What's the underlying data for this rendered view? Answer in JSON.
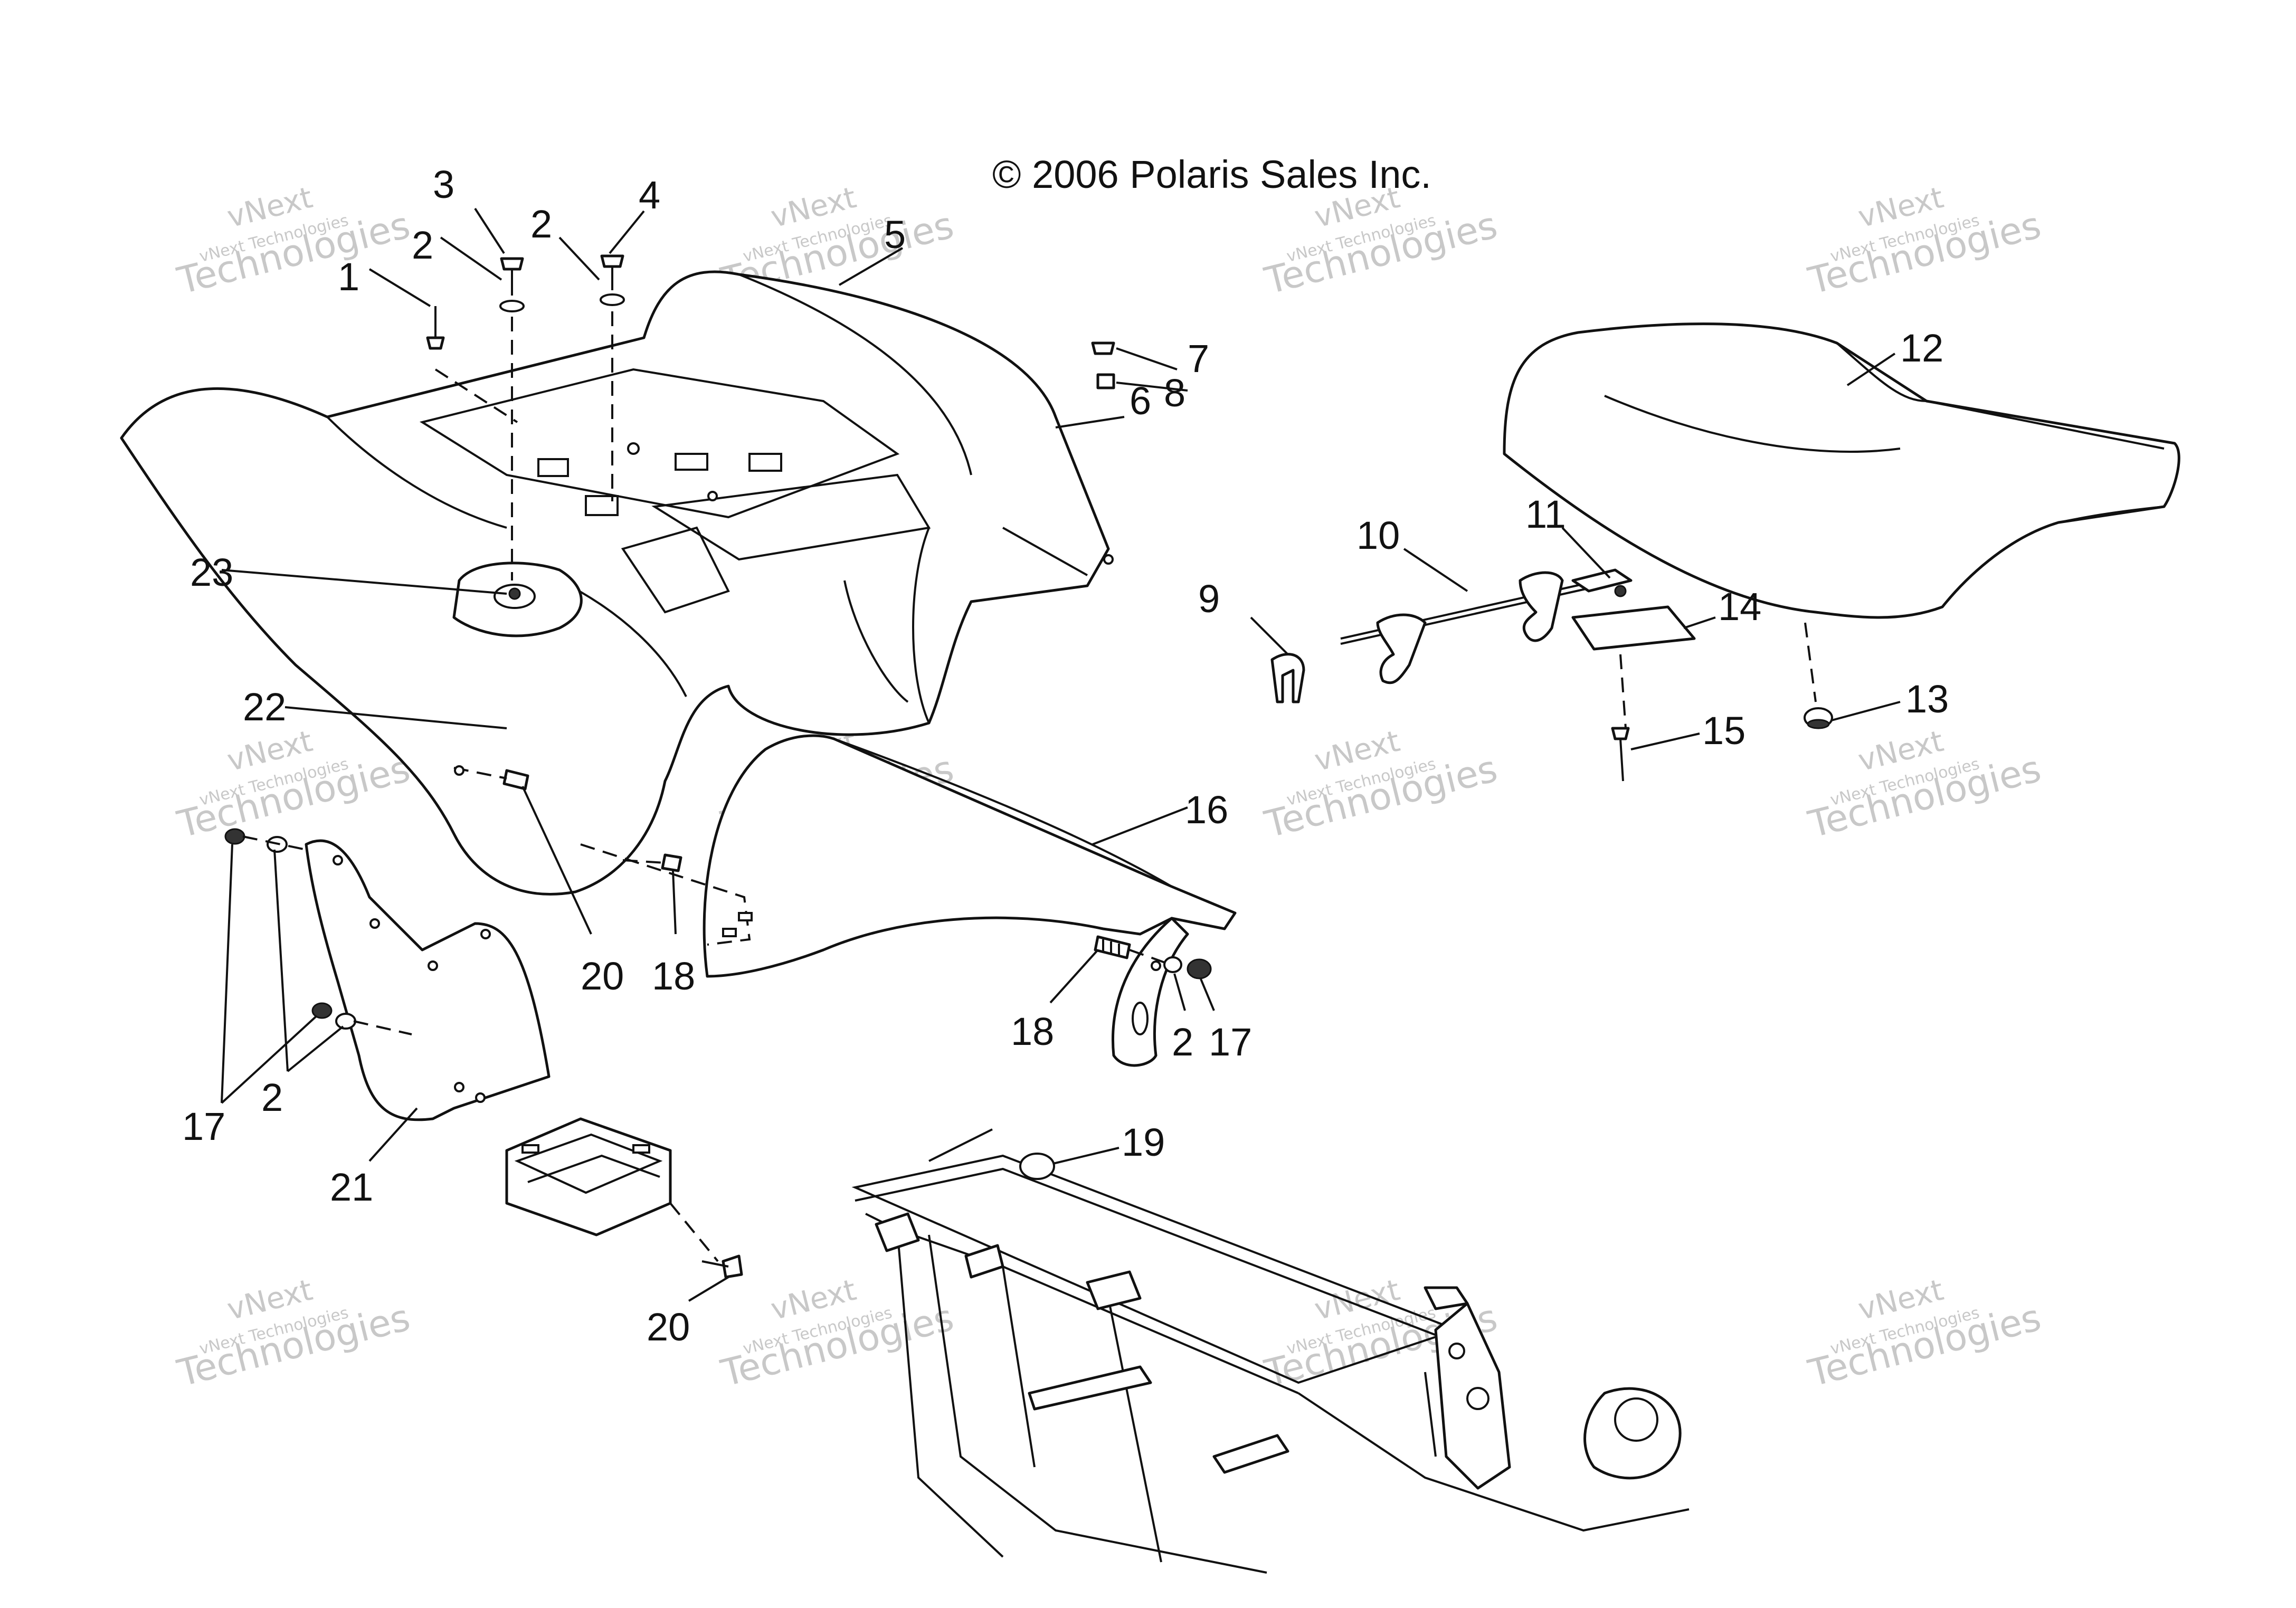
{
  "copyright": "© 2006 Polaris Sales Inc.",
  "watermark": {
    "line1": "vNext",
    "line2": "vNext Technologies",
    "line3": "Technologies"
  },
  "callouts": {
    "c1": "1",
    "c2a": "2",
    "c2b": "2",
    "c2c": "2",
    "c2d": "2",
    "c3": "3",
    "c4": "4",
    "c5": "5",
    "c6": "6",
    "c7": "7",
    "c8": "8",
    "c9": "9",
    "c10": "10",
    "c11": "11",
    "c12": "12",
    "c13": "13",
    "c14": "14",
    "c15": "15",
    "c16": "16",
    "c17a": "17",
    "c17b": "17",
    "c18a": "18",
    "c18b": "18",
    "c19": "19",
    "c20a": "20",
    "c20b": "20",
    "c21": "21",
    "c22": "22",
    "c23": "23"
  }
}
